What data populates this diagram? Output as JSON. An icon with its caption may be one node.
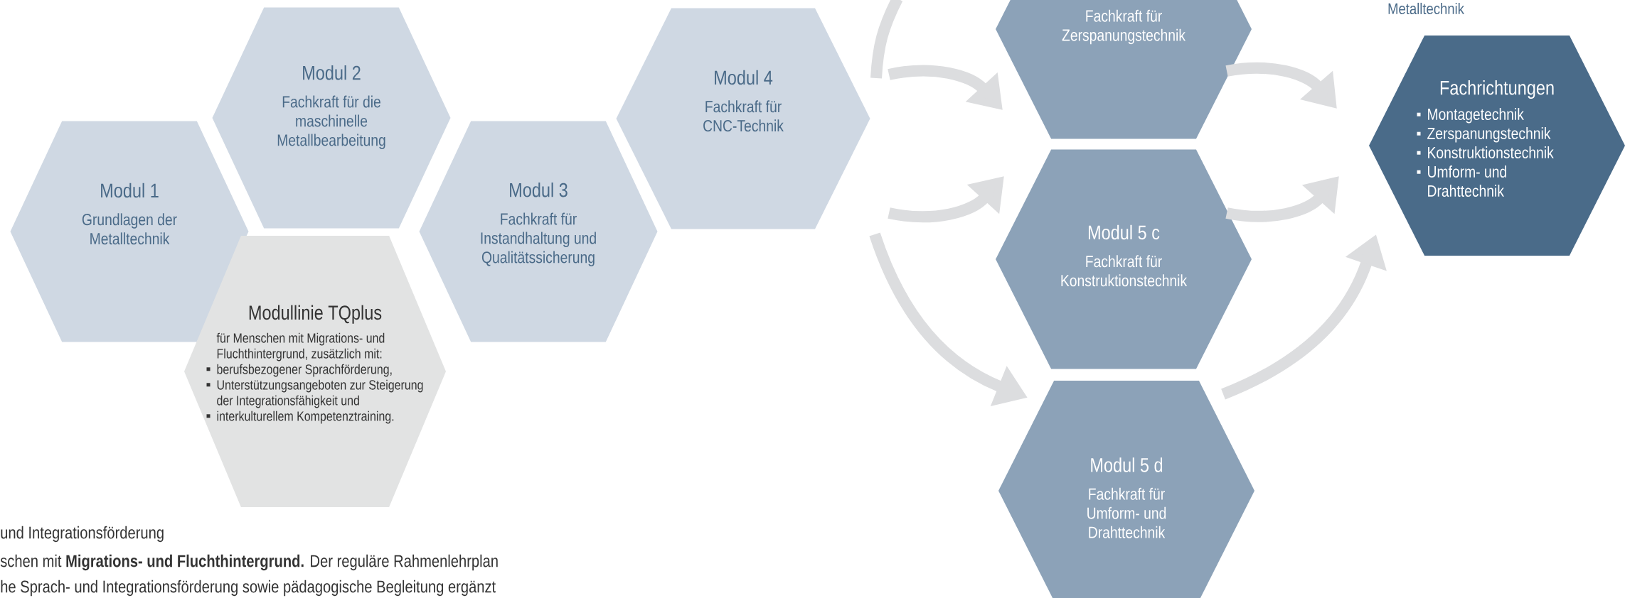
{
  "diagram": {
    "nodes": [
      {
        "text": [
          "Modul 1",
          "Grundlagen der Metalltechnik"
        ]
      },
      {
        "text": [
          "Modul 2",
          "Fachkraft für die maschinelle Metallbearbeitung"
        ]
      },
      {
        "text": [
          "Modul 3",
          "Fachkraft für Instandhaltung und Qualitätssicherung"
        ]
      },
      {
        "text": [
          "Modul 4",
          "Fachkraft für CNC-Technik"
        ]
      },
      {
        "text": [
          "Modullinie TQplus",
          "für Menschen mit Migrations- und Fluchthintergrund, zusätzlich mit:",
          "berufsbezogener Sprachförderung,",
          "Unterstützungsangeboten zur Steigerung der Integrationsfähigkeit und",
          "interkulturellem Kompetenztraining."
        ]
      },
      {
        "text": [
          "Fachkraft für Zerspanungstechnik"
        ]
      },
      {
        "text": [
          "Modul 5 c",
          "Fachkraft für Konstruktionstechnik"
        ]
      },
      {
        "text": [
          "Modul 5 d",
          "Fachkraft für Umform- und Drahttechnik"
        ]
      },
      {
        "text": [
          "Fachrichtungen",
          "Montagetechnik",
          "Zerspanungstechnik",
          "Konstruktionstechnik",
          "Umform- und Drahttechnik"
        ]
      }
    ],
    "edges": [
      {
        "from": 3,
        "to": 5,
        "arrow": "to"
      },
      {
        "from": 3,
        "to": 6,
        "arrow": "to"
      },
      {
        "from": 3,
        "to": 7,
        "arrow": "to"
      },
      {
        "from": 3,
        "to": null,
        "arrow": "none"
      },
      {
        "from": 5,
        "to": 8,
        "arrow": "to"
      },
      {
        "from": 6,
        "to": 8,
        "arrow": "to"
      },
      {
        "from": 7,
        "to": 8,
        "arrow": "to"
      }
    ],
    "labels": [
      "Metalltechnik",
      "und Integrationsförderung",
      "schen mit **Migrations- und Fluchthintergrund.** Der reguläre Rahmenlehrplan",
      "he Sprach- und Integrationsförderung sowie pädagogische Begleitung ergänzt"
    ]
  }
}
